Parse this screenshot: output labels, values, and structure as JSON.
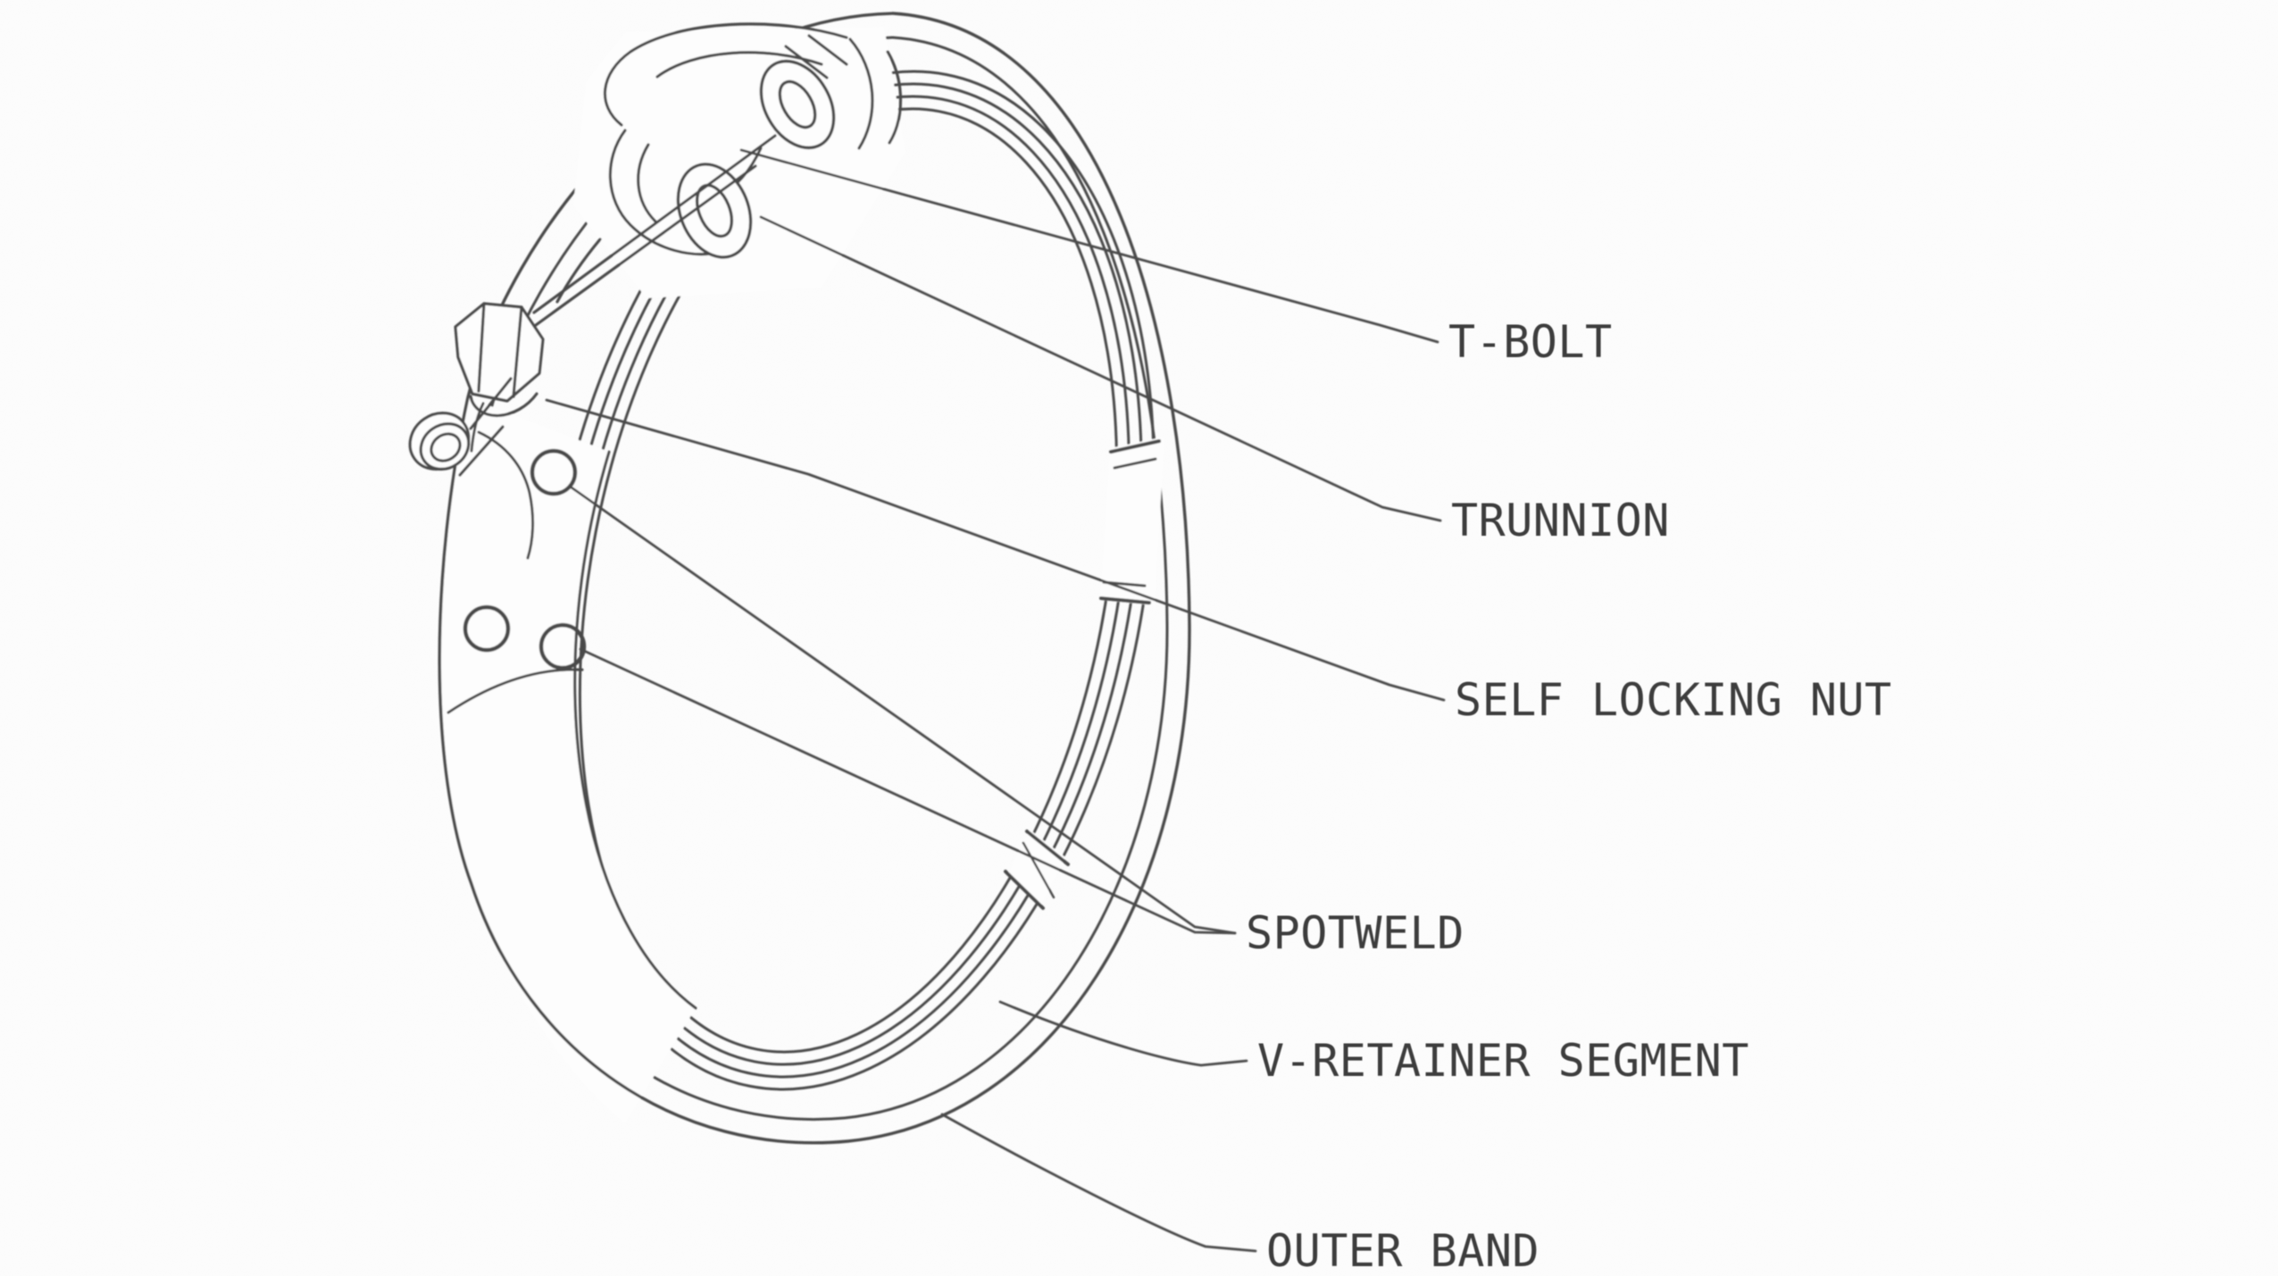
{
  "figure": {
    "kind": "technical-line-drawing",
    "subject": "v-band-clamp-assembly",
    "colors": {
      "background": "#fdfdfd",
      "ink": "#4a4a4a",
      "text": "#3c3c3c"
    },
    "labels": {
      "t_bolt": "T-BOLT",
      "trunnion": "TRUNNION",
      "self_locking_nut": "SELF LOCKING NUT",
      "spotweld": "SPOTWELD",
      "v_retainer_segment": "V-RETAINER SEGMENT",
      "outer_band": "OUTER BAND"
    }
  }
}
